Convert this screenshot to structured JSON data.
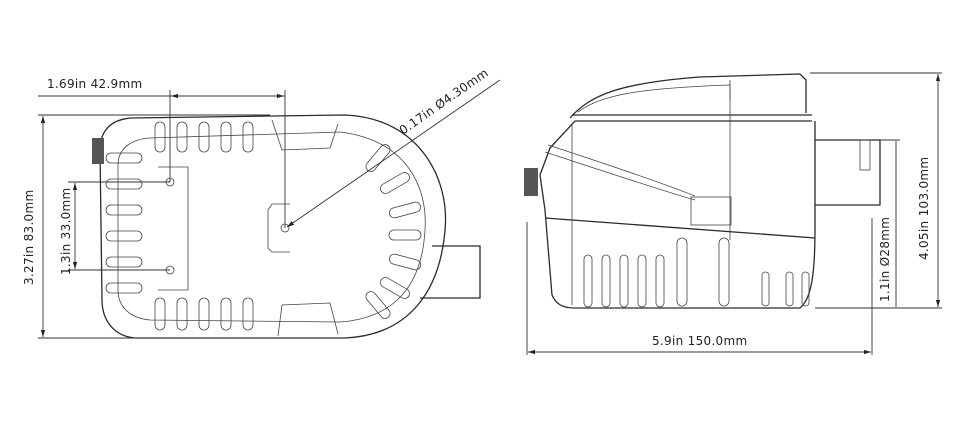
{
  "top_view": {
    "width_label": "1.69in  42.9mm",
    "height_label": "3.27in  83.0mm",
    "hole_spacing_label": "1.3in  33.0mm",
    "hole_diameter_label": "0.17in  Ø4.30mm"
  },
  "side_view": {
    "length_label": "5.9in  150.0mm",
    "height_label": "4.05in  103.0mm",
    "outlet_label": "1.1in  Ø28mm"
  },
  "colors": {
    "line": "#2a2a2a",
    "background": "#ffffff"
  }
}
